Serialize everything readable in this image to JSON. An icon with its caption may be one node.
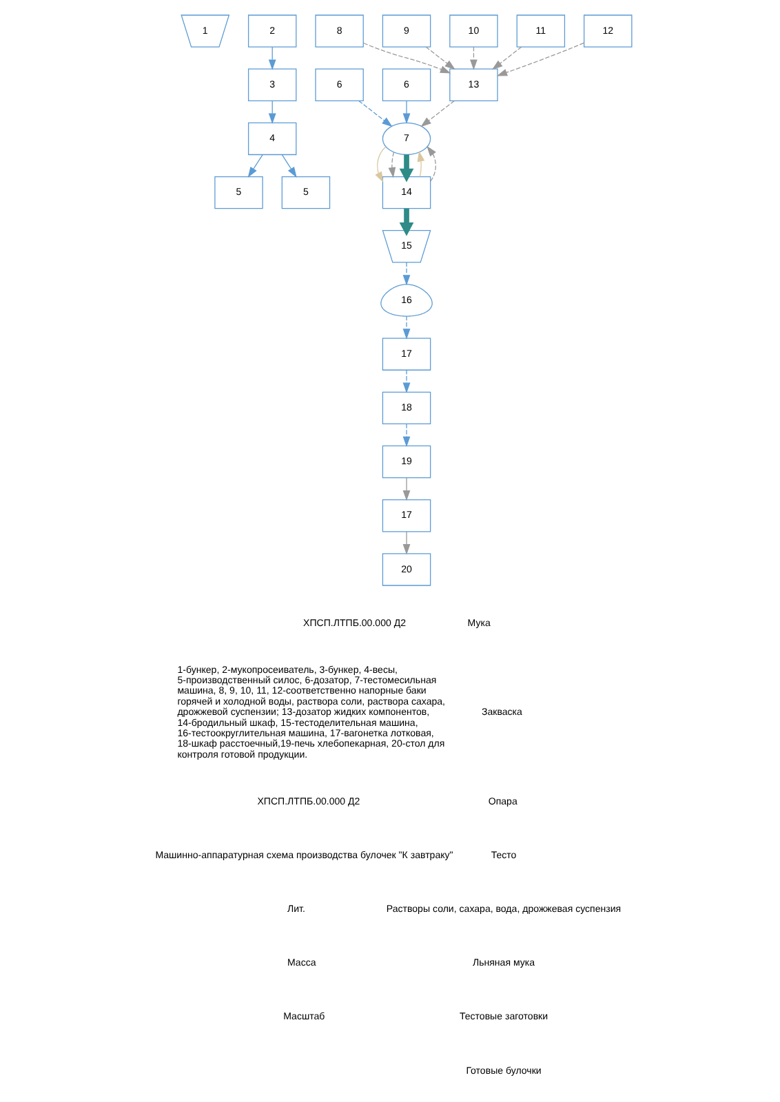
{
  "diagram": {
    "nodes": [
      {
        "text": [
          "1"
        ]
      },
      {
        "text": [
          "2"
        ]
      },
      {
        "text": [
          "3"
        ]
      },
      {
        "text": [
          "4"
        ]
      },
      {
        "text": [
          "5"
        ]
      },
      {
        "text": [
          "5"
        ]
      },
      {
        "text": [
          "6"
        ]
      },
      {
        "text": [
          "6"
        ]
      },
      {
        "text": [
          "7"
        ]
      },
      {
        "text": [
          "13"
        ]
      },
      {
        "text": [
          "8"
        ]
      },
      {
        "text": [
          "9"
        ]
      },
      {
        "text": [
          "10"
        ]
      },
      {
        "text": [
          "11"
        ]
      },
      {
        "text": [
          "12"
        ]
      },
      {
        "text": [
          "14"
        ]
      },
      {
        "text": [
          "15"
        ]
      },
      {
        "text": [
          "16"
        ]
      },
      {
        "text": [
          "17"
        ]
      },
      {
        "text": [
          "18"
        ]
      },
      {
        "text": [
          "19"
        ]
      },
      {
        "text": [
          "17"
        ]
      },
      {
        "text": [
          "20"
        ]
      }
    ],
    "edges": [
      {
        "from": 1,
        "to": 2,
        "arrow": "to"
      },
      {
        "from": 2,
        "to": 3,
        "arrow": "to"
      },
      {
        "from": 3,
        "to": 4,
        "arrow": "to"
      },
      {
        "from": 3,
        "to": 5,
        "arrow": "to"
      },
      {
        "from": 6,
        "to": 8,
        "arrow": "to",
        "style": "dashed"
      },
      {
        "from": 7,
        "to": 8,
        "arrow": "to"
      },
      {
        "from": 9,
        "to": 8,
        "arrow": "to",
        "style": "dashed",
        "color": "#999999"
      },
      {
        "from": 10,
        "to": 9,
        "arrow": "to",
        "style": "dashed",
        "color": "#999999"
      },
      {
        "from": 11,
        "to": 9,
        "arrow": "to",
        "style": "dashed",
        "color": "#999999"
      },
      {
        "from": 12,
        "to": 9,
        "arrow": "to",
        "style": "dashed",
        "color": "#999999"
      },
      {
        "from": 13,
        "to": 9,
        "arrow": "to",
        "style": "dashed",
        "color": "#999999"
      },
      {
        "from": 14,
        "to": 9,
        "arrow": "to",
        "style": "dashed",
        "color": "#999999"
      },
      {
        "from": 8,
        "to": 15,
        "arrow": "to",
        "color": "#d9c7a0"
      },
      {
        "from": 8,
        "to": 15,
        "arrow": "to",
        "style": "dashed",
        "color": "#999999"
      },
      {
        "from": 8,
        "to": 15,
        "arrow": "to",
        "style": "thick",
        "color": "#2e8b87"
      },
      {
        "from": 15,
        "to": 8,
        "arrow": "to",
        "color": "#d9c7a0"
      },
      {
        "from": 15,
        "to": 8,
        "arrow": "to",
        "style": "dashed",
        "color": "#999999"
      },
      {
        "from": 15,
        "to": 16,
        "arrow": "to",
        "style": "thick",
        "color": "#2e8b87"
      },
      {
        "from": 16,
        "to": 17,
        "arrow": "to",
        "style": "dashed"
      },
      {
        "from": 17,
        "to": 18,
        "arrow": "to",
        "style": "dashed"
      },
      {
        "from": 18,
        "to": 19,
        "arrow": "to",
        "style": "dashed"
      },
      {
        "from": 19,
        "to": 20,
        "arrow": "to",
        "style": "dashed"
      },
      {
        "from": 20,
        "to": 21,
        "arrow": "to",
        "color": "#999999"
      },
      {
        "from": 21,
        "to": 22,
        "arrow": "to",
        "color": "#999999"
      }
    ],
    "labels": [
      "ХПСП.ЛТПБ.00.000 Д2",
      "1-бункер, 2-мукопросеиватель, 3-бункер, 4-весы, 5-производственный силос, 6-дозатор, 7-тестомесильная машина, 8, 9, 10, 11, 12-соответственно напорные баки горячей и холодной воды, раствора соли, раствора сахара, дрожжевой суспензии; 13-дозатор жидких компонентов, 14-бродильный шкаф, 15-тестоделительная машина, 16-тестоокруглительная машина, 17-вагонетка лотковая, 18-шкаф расстоечный,19-печь хлебопекарная, 20-стол для контроля готовой продукции.",
      "ХПСП.ЛТПБ.00.000 Д2",
      "Машинно-аппаратурная схема производства булочек \"К завтраку\"",
      "Лит.",
      "Масса",
      "Масштаб"
    ],
    "legend": [
      {
        "text": "Мука"
      },
      {
        "text": "Закваска"
      },
      {
        "text": "Опара"
      },
      {
        "text": "Тесто"
      },
      {
        "text": "Растворы соли, сахара, вода, дрожжевая суспензия"
      },
      {
        "text": "Льняная мука"
      },
      {
        "text": "Тестовые заготовки"
      },
      {
        "text": "Готовые булочки"
      }
    ]
  }
}
